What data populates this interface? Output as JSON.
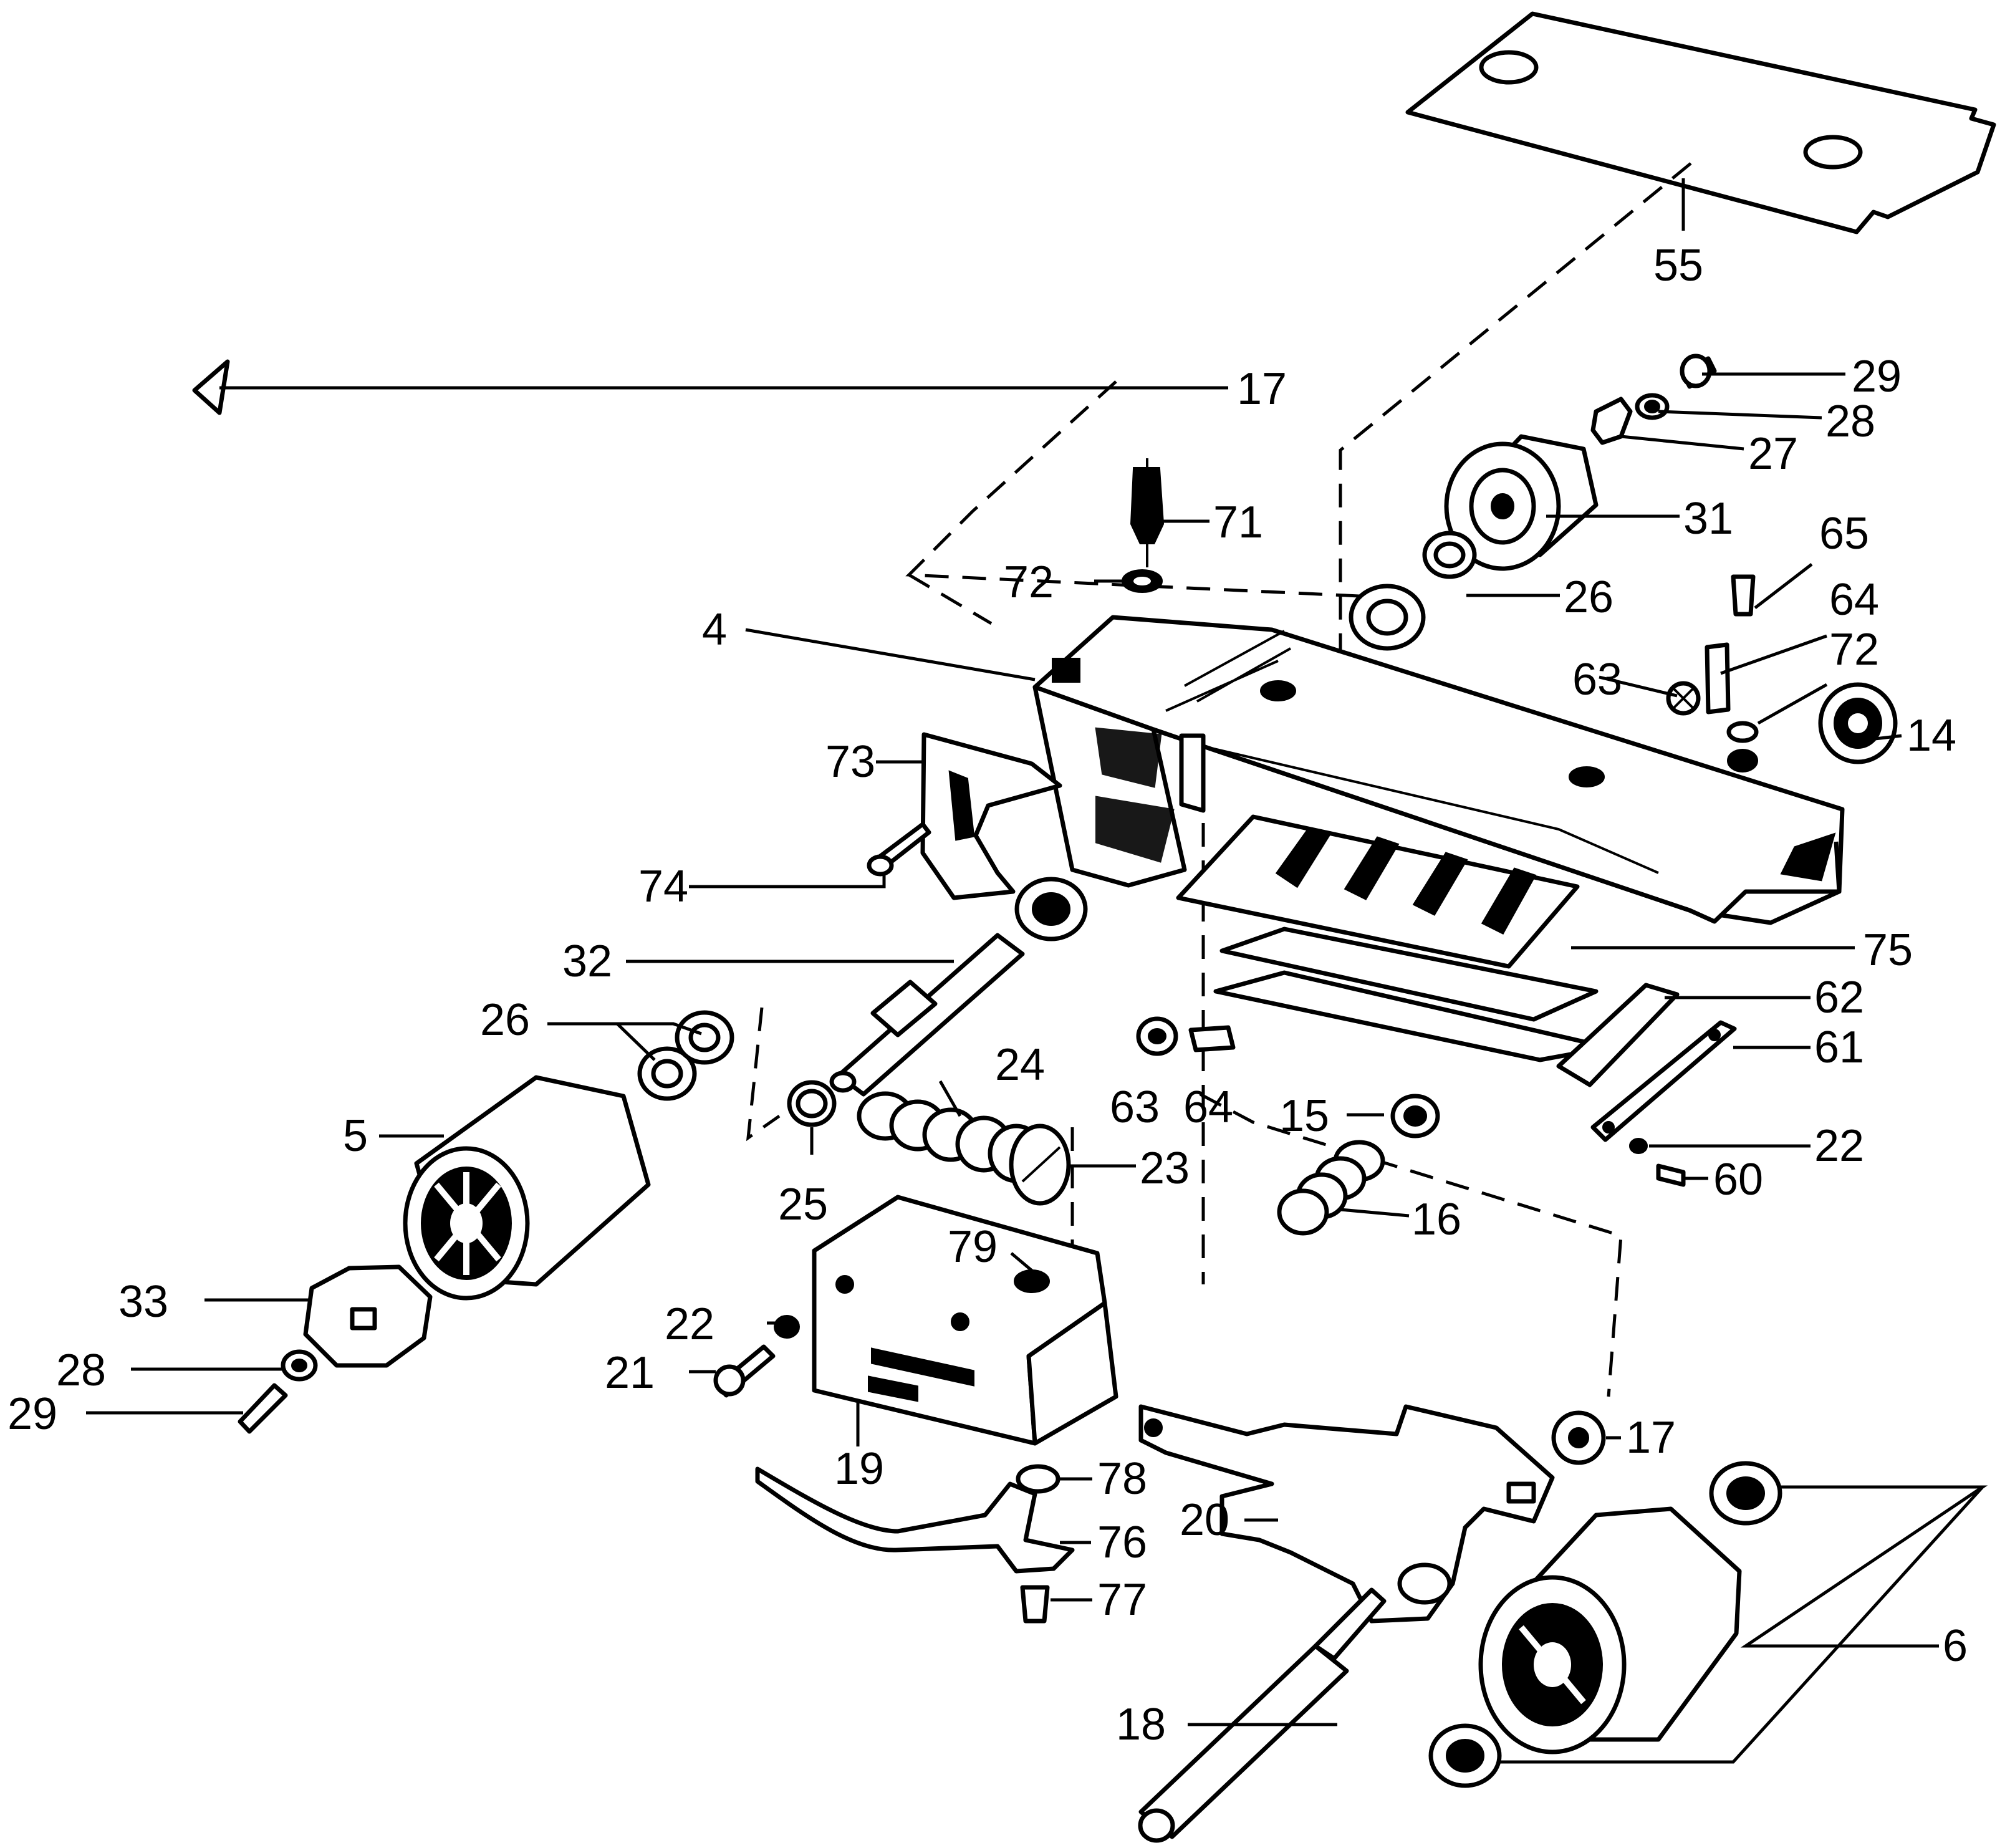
{
  "diagram": {
    "type": "exploded-parts-diagram",
    "callouts": {
      "c55": "55",
      "c17a": "17",
      "c29a": "29",
      "c28a": "28",
      "c27": "27",
      "c31": "31",
      "c71": "71",
      "c72a": "72",
      "c26a": "26",
      "c65": "65",
      "c64a": "64",
      "c63a": "63",
      "c72b": "72",
      "c14": "14",
      "c4": "4",
      "c73": "73",
      "c74": "74",
      "c75": "75",
      "c32": "32",
      "c62": "62",
      "c26b": "26",
      "c24": "24",
      "c61": "61",
      "c63b": "63",
      "c64b": "64",
      "c15": "15",
      "c22a": "22",
      "c5": "5",
      "c25": "25",
      "c23": "23",
      "c60": "60",
      "c16": "16",
      "c79": "79",
      "c33": "33",
      "c22b": "22",
      "c28b": "28",
      "c21": "21",
      "c29b": "29",
      "c19": "19",
      "c17b": "17",
      "c78": "78",
      "c20": "20",
      "c76": "76",
      "c77": "77",
      "c6": "6",
      "c18": "18"
    }
  }
}
